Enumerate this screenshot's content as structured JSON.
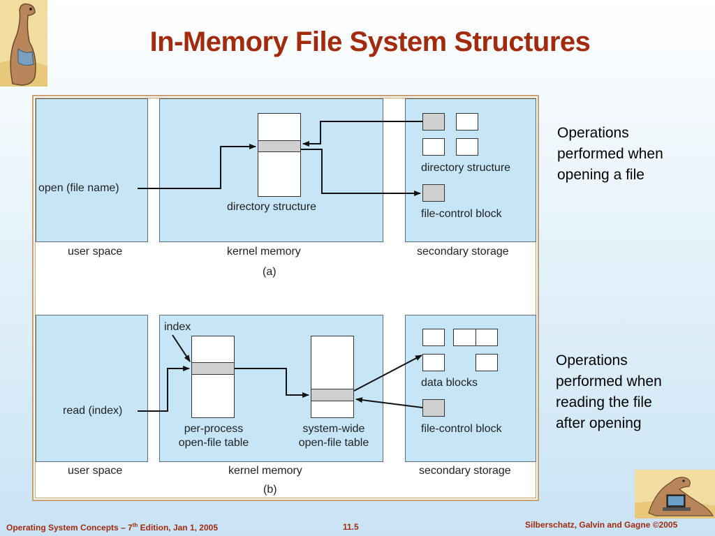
{
  "slide": {
    "title": "In-Memory File System Structures",
    "accent_color": "#a32a0c"
  },
  "diagram_a": {
    "user_space_call": "open (file name)",
    "kernel_box_label": "directory structure",
    "storage_dir_label": "directory structure",
    "storage_fcb_label": "file-control block",
    "col_user": "user space",
    "col_kernel": "kernel memory",
    "col_storage": "secondary storage",
    "caption": "(a)"
  },
  "diagram_b": {
    "user_space_call": "read (index)",
    "index_label": "index",
    "per_process_line1": "per-process",
    "per_process_line2": "open-file table",
    "system_wide_line1": "system-wide",
    "system_wide_line2": "open-file table",
    "storage_data_label": "data blocks",
    "storage_fcb_label": "file-control block",
    "col_user": "user space",
    "col_kernel": "kernel memory",
    "col_storage": "secondary storage",
    "caption": "(b)"
  },
  "notes": {
    "opening": [
      "Operations",
      "performed when",
      "opening a file"
    ],
    "reading": [
      "Operations",
      "performed when",
      "reading the file",
      "after opening"
    ]
  },
  "footer": {
    "left_prefix": "Operating System Concepts – 7",
    "left_sup": "th",
    "left_suffix": " Edition, Jan 1, 2005",
    "center": "11.5",
    "right": "Silberschatz, Galvin and Gagne ©2005"
  },
  "icons": [
    "dinosaur-mascot-icon",
    "dinosaur-laptop-icon"
  ]
}
